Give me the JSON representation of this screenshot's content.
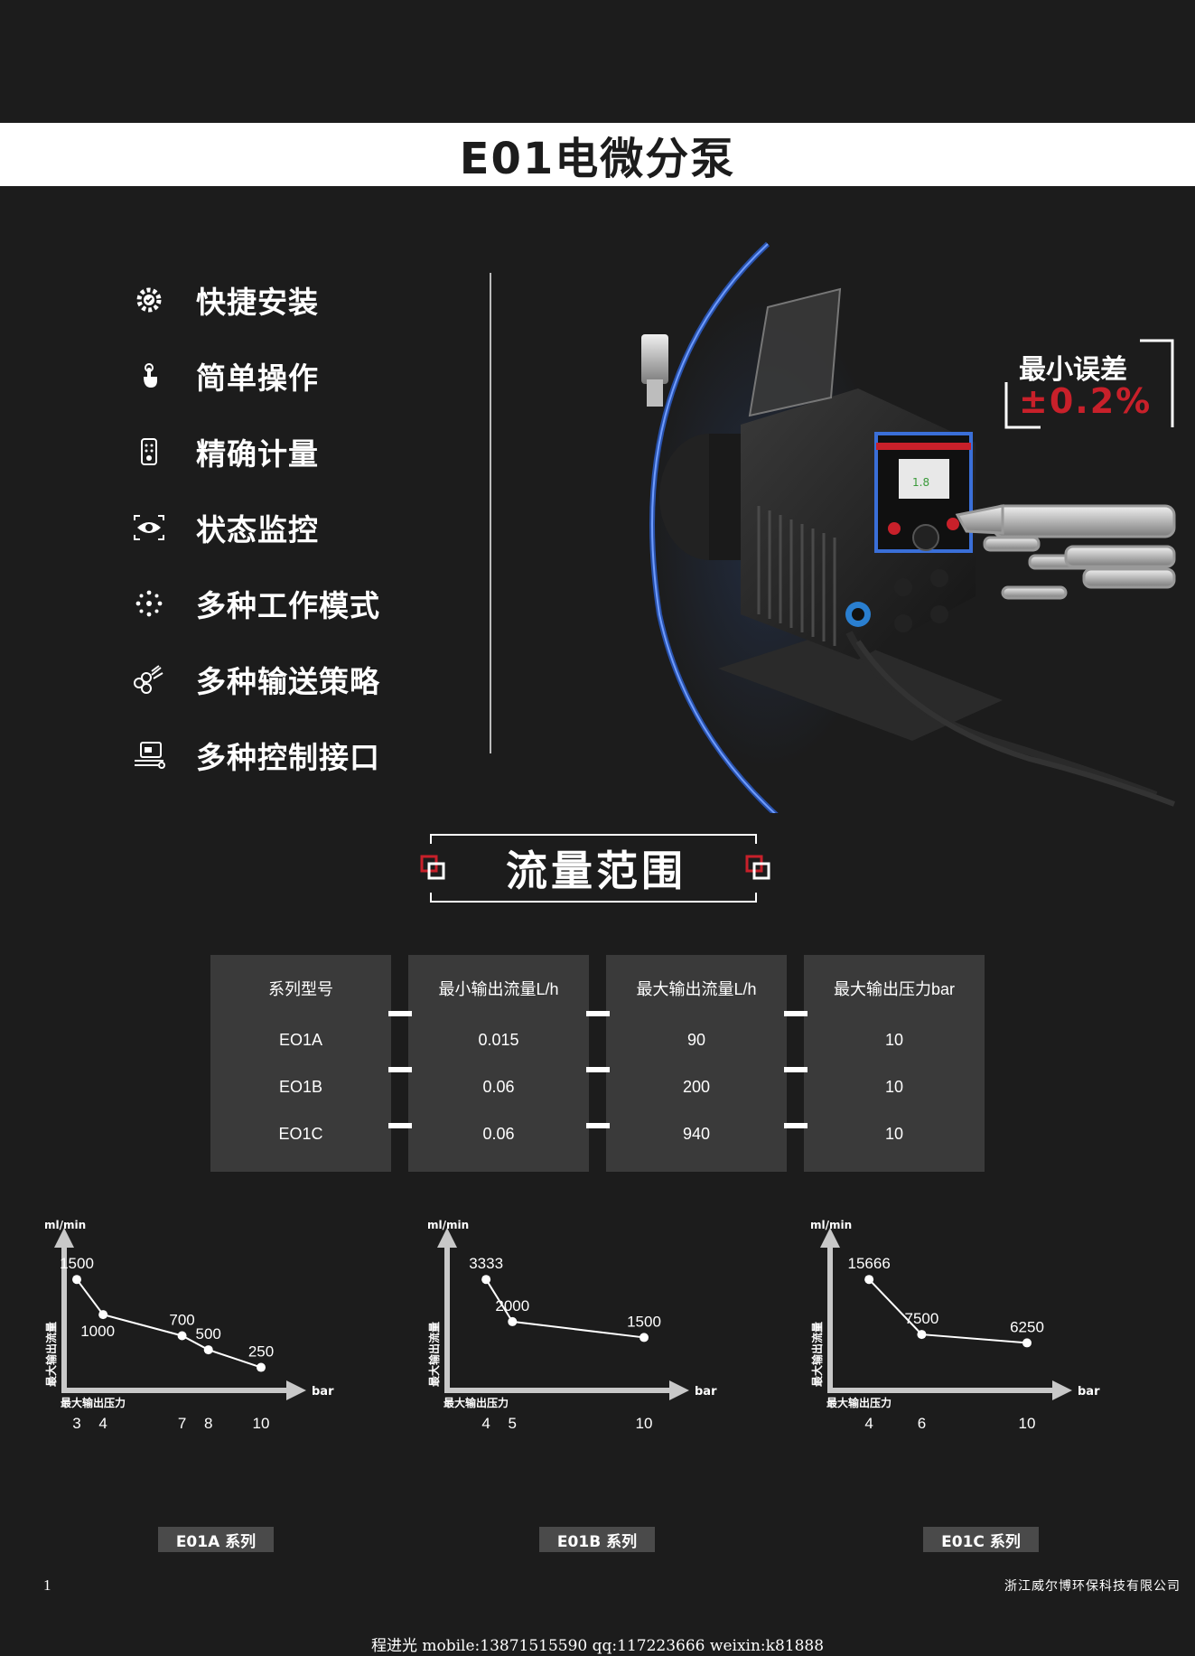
{
  "header": {
    "title": "E01电微分泵"
  },
  "features": [
    {
      "icon": "gear-check-icon",
      "label": "快捷安装"
    },
    {
      "icon": "hand-touch-icon",
      "label": "简单操作"
    },
    {
      "icon": "meter-device-icon",
      "label": "精确计量"
    },
    {
      "icon": "eye-monitor-icon",
      "label": "状态监控"
    },
    {
      "icon": "dots-circle-icon",
      "label": "多种工作模式"
    },
    {
      "icon": "molecule-network-icon",
      "label": "多种输送策略"
    },
    {
      "icon": "computer-interface-icon",
      "label": "多种控制接口"
    }
  ],
  "error_badge": {
    "title": "最小误差",
    "value": "±0.2%"
  },
  "section": {
    "title": "流量范围"
  },
  "spec_table": {
    "columns": [
      {
        "header": "系列型号",
        "cells": [
          "EO1A",
          "EO1B",
          "EO1C"
        ]
      },
      {
        "header": "最小输出流量L/h",
        "cells": [
          "0.015",
          "0.06",
          "0.06"
        ]
      },
      {
        "header": "最大输出流量L/h",
        "cells": [
          "90",
          "200",
          "940"
        ]
      },
      {
        "header": "最大输出压力bar",
        "cells": [
          "10",
          "10",
          "10"
        ]
      }
    ]
  },
  "chart_data": [
    {
      "type": "line",
      "title": "E01A 系列",
      "y_unit": "ml/min",
      "x_unit": "bar",
      "ylabel": "最大输出流量",
      "xlabel": "最大输出压力",
      "x": [
        3,
        4,
        7,
        8,
        10
      ],
      "x_ticks": [
        "3",
        "4",
        "7",
        "8",
        "10"
      ],
      "values": [
        1500,
        1000,
        700,
        500,
        250
      ]
    },
    {
      "type": "line",
      "title": "E01B 系列",
      "y_unit": "ml/min",
      "x_unit": "bar",
      "ylabel": "最大输出流量",
      "xlabel": "最大输出压力",
      "x": [
        4,
        5,
        10
      ],
      "x_ticks": [
        "4",
        "5",
        "10"
      ],
      "values": [
        3333,
        2000,
        1500
      ]
    },
    {
      "type": "line",
      "title": "E01C 系列",
      "y_unit": "ml/min",
      "x_unit": "bar",
      "ylabel": "最大输出流量",
      "xlabel": "最大输出压力",
      "x": [
        4,
        6,
        10
      ],
      "x_ticks": [
        "4",
        "6",
        "10"
      ],
      "values": [
        15666,
        7500,
        6250
      ]
    }
  ],
  "footer": {
    "page_number": "1",
    "company": "浙江威尔博环保科技有限公司",
    "contact": "程进光  mobile:13871515590  qq:117223666  weixin:k81888"
  },
  "colors": {
    "background": "#1c1c1c",
    "accent_red": "#c8202a",
    "panel": "#3a3a3a"
  }
}
